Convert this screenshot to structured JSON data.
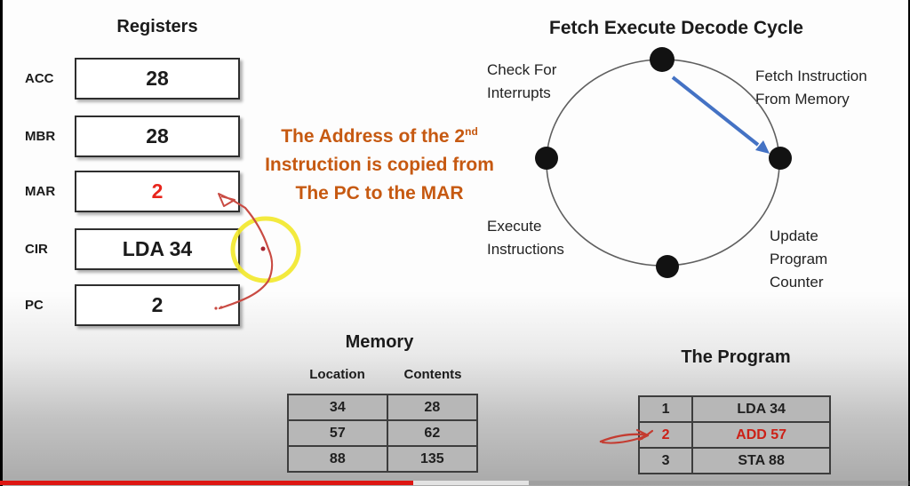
{
  "registers": {
    "title": "Registers",
    "items": [
      {
        "label": "ACC",
        "value": "28"
      },
      {
        "label": "MBR",
        "value": "28"
      },
      {
        "label": "MAR",
        "value": "2"
      },
      {
        "label": "CIR",
        "value": "LDA 34"
      },
      {
        "label": "PC",
        "value": "2"
      }
    ]
  },
  "note": {
    "line1_pre": "The Address of the 2",
    "line1_sup": "nd",
    "line2": "Instruction is copied  from",
    "line3": "The PC to the MAR"
  },
  "cycle": {
    "title": "Fetch Execute Decode Cycle",
    "labels": {
      "check_for": [
        "Check For",
        "Interrupts"
      ],
      "fetch_instruction": [
        "Fetch Instruction",
        "From Memory"
      ],
      "execute": [
        "Execute",
        "Instructions"
      ],
      "update": [
        "Update",
        "Program",
        "Counter"
      ]
    }
  },
  "memory": {
    "title": "Memory",
    "headers": [
      "Location",
      "Contents"
    ],
    "rows": [
      [
        "34",
        "28"
      ],
      [
        "57",
        "62"
      ],
      [
        "88",
        "135"
      ]
    ]
  },
  "program": {
    "title": "The Program",
    "rows": [
      {
        "num": "1",
        "instr": "LDA 34"
      },
      {
        "num": "2",
        "instr": "ADD 57"
      },
      {
        "num": "3",
        "instr": "STA 88"
      }
    ]
  },
  "colors": {
    "accent_orange": "#c65911",
    "highlight_red": "#cc2017",
    "register_value_red": "#e8251c",
    "annotation_red": "#c94b43",
    "annotation_yellow": "#f2e829",
    "arrow_blue": "#4472c4",
    "progress_red": "#dd1612",
    "progress_buffered": "#e3e3e3"
  }
}
